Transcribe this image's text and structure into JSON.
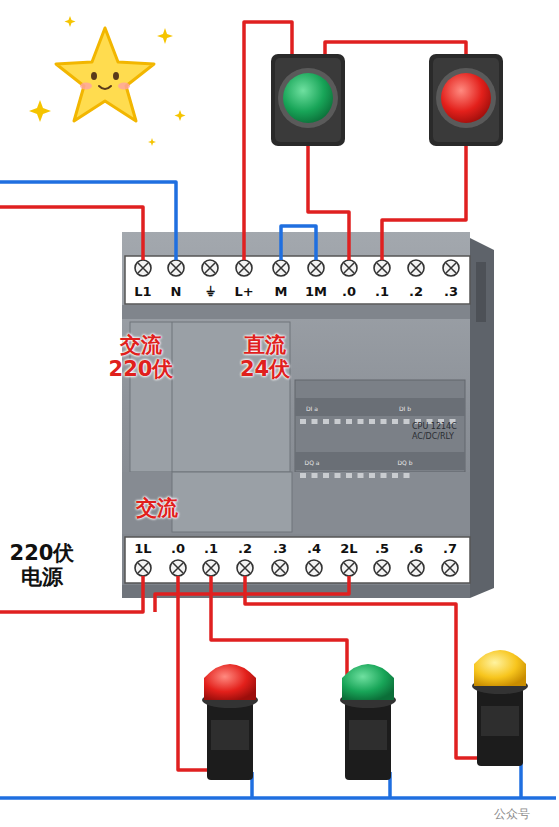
{
  "diagram": {
    "nodes": [
      {
        "text": [
          "CPU 1214C",
          "AC/DC/RLY"
        ]
      }
    ],
    "labels": [
      "L1",
      "N",
      "⏚",
      "L+",
      "M",
      "1M",
      ".0",
      ".1",
      ".2",
      ".3",
      "1L",
      ".0",
      ".1",
      ".2",
      ".3",
      ".4",
      "2L",
      ".5",
      ".6",
      ".7",
      "交流 220伏",
      "直流 24伏",
      "交流",
      "220伏 电源",
      "DI a",
      "DI b",
      "DQ a",
      "DQ b",
      "公众号"
    ]
  }
}
